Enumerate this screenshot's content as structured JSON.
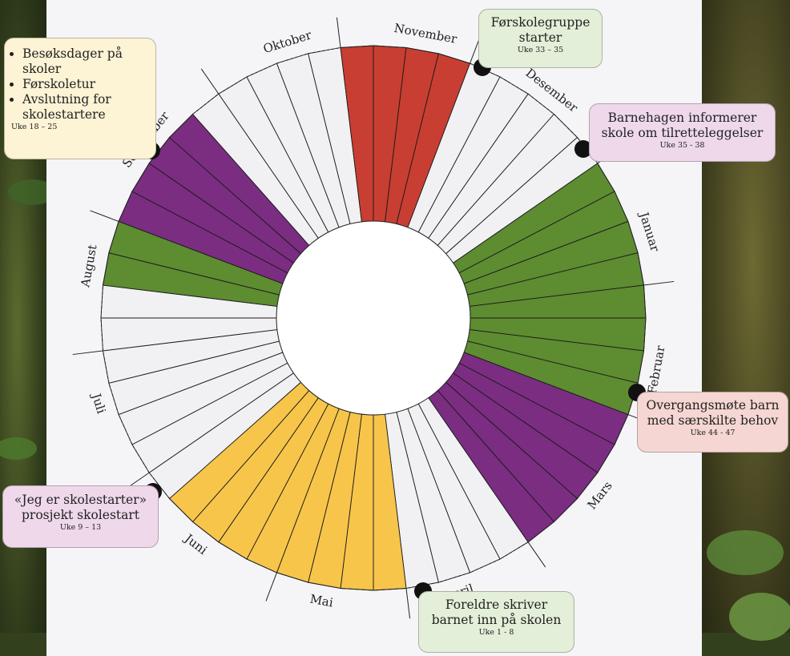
{
  "colors": {
    "yellow": "#F7C54A",
    "green": "#5E8C31",
    "purple": "#7B2D82",
    "red": "#C93E32",
    "ring_white": "#F1F1F4",
    "callout_green": "#E3EFD8",
    "callout_purple": "#EED8EA",
    "callout_red": "#F5D6D2",
    "callout_yellow": "#FDF3D5"
  },
  "months": [
    "August",
    "September",
    "Oktober",
    "November",
    "Desember",
    "Januar",
    "Februar",
    "Mars",
    "April",
    "Mai",
    "Juni",
    "Juli"
  ],
  "periods": [
    {
      "id": "forskolegruppe",
      "weeks": [
        33,
        35
      ],
      "color": "green"
    },
    {
      "id": "informerer",
      "weeks": [
        35,
        38
      ],
      "color": "purple"
    },
    {
      "id": "overgangsmote",
      "weeks": [
        44,
        47
      ],
      "color": "red"
    },
    {
      "id": "foreldre",
      "weeks": [
        1,
        8
      ],
      "color": "green"
    },
    {
      "id": "skolestarter",
      "weeks": [
        9,
        13
      ],
      "color": "purple"
    },
    {
      "id": "besoksdager",
      "weeks": [
        18,
        25
      ],
      "color": "yellow"
    }
  ],
  "callouts": {
    "forskolegruppe": {
      "title": "Førskolegruppe starter",
      "weeks": "Uke 33 – 35"
    },
    "informerer": {
      "title": "Barnehagen informerer skole om tilretteleggelser",
      "weeks": "Uke 35 - 38"
    },
    "overgangsmote": {
      "title": "Overgangsmøte barn med særskilte behov",
      "weeks": "Uke 44 - 47"
    },
    "foreldre": {
      "title": "Foreldre skriver barnet inn på skolen",
      "weeks": "Uke 1 - 8"
    },
    "skolestarter": {
      "title": "«Jeg er skolestarter» prosjekt skolestart",
      "weeks": "Uke 9 – 13"
    },
    "besoksdager": {
      "items": [
        "Besøksdager på skoler",
        "Førskoletur",
        "Avslutning for skolestartere"
      ],
      "weeks": "Uke 18 – 25"
    }
  }
}
